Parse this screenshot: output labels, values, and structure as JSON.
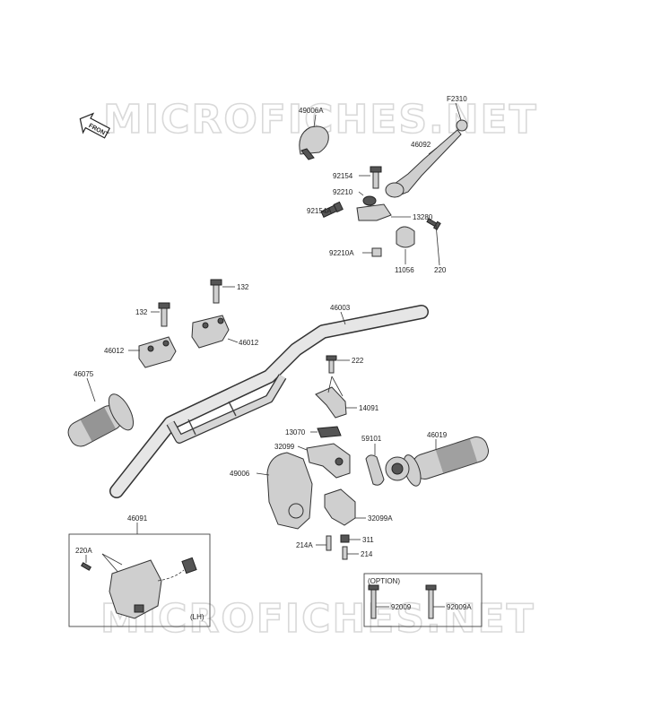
{
  "watermark": "MICROFICHES.NET",
  "front_arrow_label": "FRONT",
  "labels": {
    "p_f2310": "F2310",
    "p_49006a": "49006A",
    "p_46092": "46092",
    "p_92154": "92154",
    "p_92210": "92210",
    "p_92154a": "92154A",
    "p_13280": "13280",
    "p_92210a": "92210A",
    "p_11056": "11056",
    "p_220": "220",
    "p_132a": "132",
    "p_132b": "132",
    "p_46003": "46003",
    "p_46012a": "46012",
    "p_46012b": "46012",
    "p_46075": "46075",
    "p_222": "222",
    "p_14091": "14091",
    "p_13070": "13070",
    "p_59101": "59101",
    "p_46019": "46019",
    "p_32099": "32099",
    "p_49006": "49006",
    "p_32099a": "32099A",
    "p_214a": "214A",
    "p_311": "311",
    "p_214": "214",
    "p_46091": "46091",
    "p_220a": "220A",
    "p_lh": "(LH)",
    "p_option": "(OPTION)",
    "p_92009": "92009",
    "p_92009a": "92009A"
  }
}
